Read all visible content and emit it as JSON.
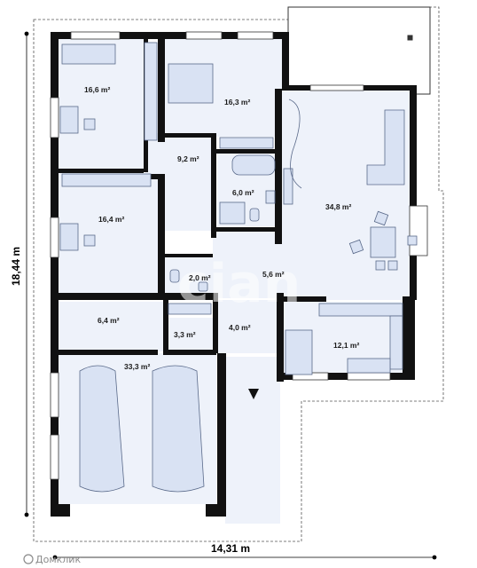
{
  "plan": {
    "width_dimension": "14,31 m",
    "height_dimension": "18,44 m",
    "watermark": "cian",
    "brand": "Домклик",
    "colors": {
      "wall": "#111111",
      "room_fill": "#eef2fa",
      "furniture_fill": "#d9e2f3",
      "furniture_stroke": "#5a6a8a",
      "outline": "#444444"
    },
    "rooms": [
      {
        "name": "bedroom-top-left",
        "area": "16,6 m²"
      },
      {
        "name": "bedroom-top",
        "area": "16,3 m²"
      },
      {
        "name": "hall",
        "area": "9,2 m²"
      },
      {
        "name": "bathroom",
        "area": "6,0 m²"
      },
      {
        "name": "living-room",
        "area": "34,8 m²"
      },
      {
        "name": "bedroom-middle-left",
        "area": "16,4 m²"
      },
      {
        "name": "wc",
        "area": "2,0 m²"
      },
      {
        "name": "corridor",
        "area": "5,6 m²"
      },
      {
        "name": "utility",
        "area": "6,4 m²"
      },
      {
        "name": "boiler",
        "area": "3,3 m²"
      },
      {
        "name": "entrance",
        "area": "4,0 m²"
      },
      {
        "name": "kitchen",
        "area": "12,1 m²"
      },
      {
        "name": "garage",
        "area": "33,3 m²"
      }
    ]
  }
}
